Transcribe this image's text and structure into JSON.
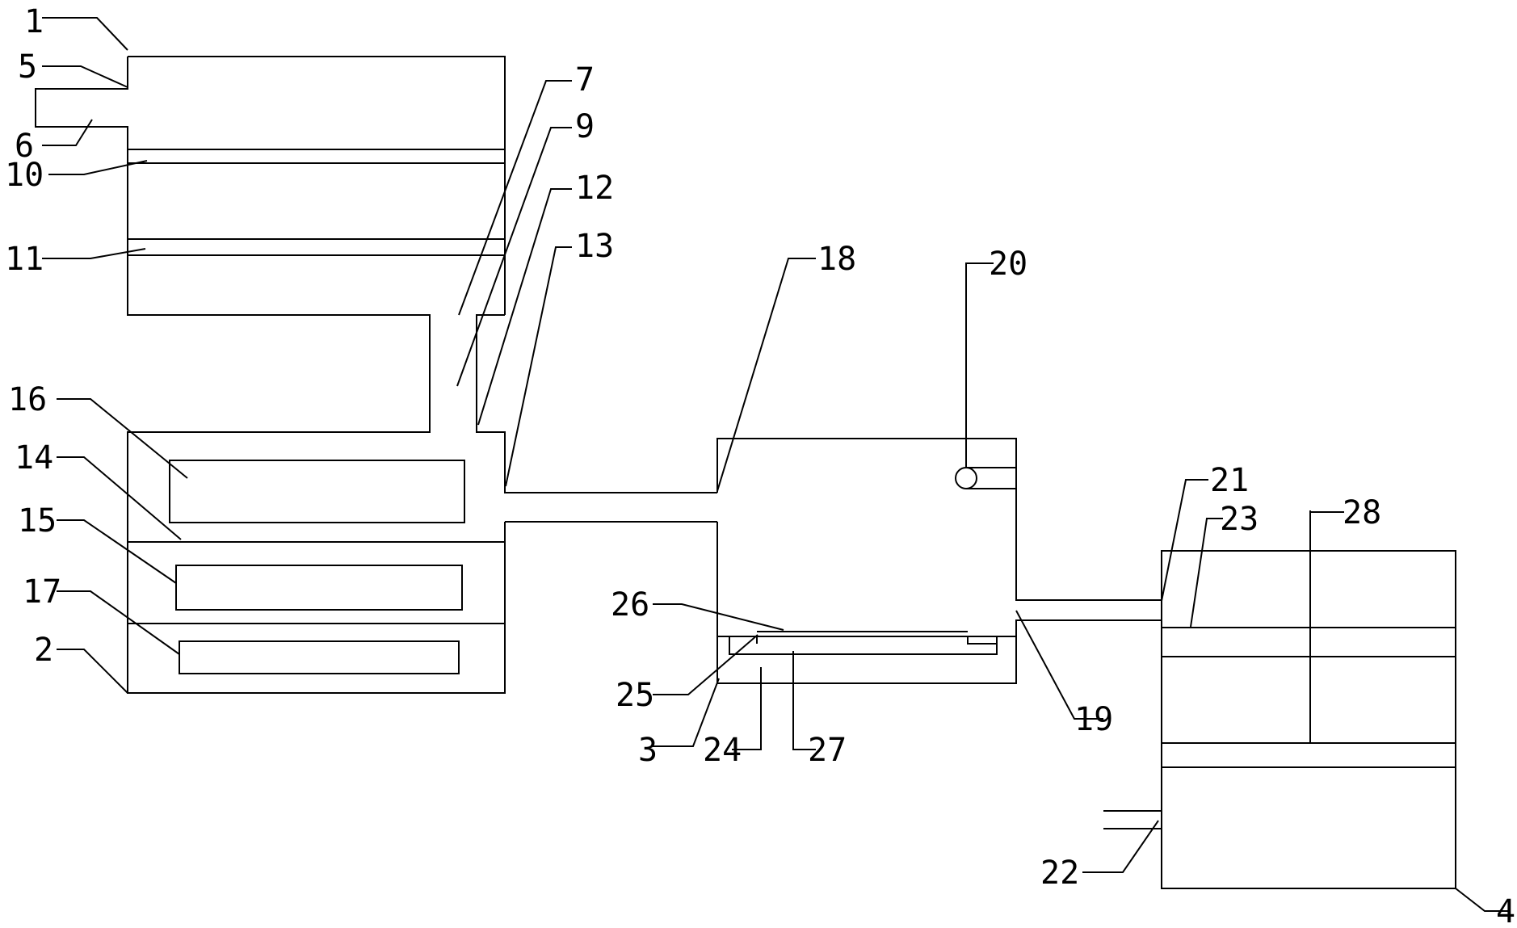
{
  "labels": {
    "l1": "1",
    "l2": "2",
    "l3": "3",
    "l4": "4",
    "l5": "5",
    "l6": "6",
    "l7": "7",
    "l9": "9",
    "l10": "10",
    "l11": "11",
    "l12": "12",
    "l13": "13",
    "l14": "14",
    "l15": "15",
    "l16": "16",
    "l17": "17",
    "l18": "18",
    "l19": "19",
    "l20": "20",
    "l21": "21",
    "l22": "22",
    "l23": "23",
    "l24": "24",
    "l25": "25",
    "l26": "26",
    "l27": "27",
    "l28": "28"
  }
}
